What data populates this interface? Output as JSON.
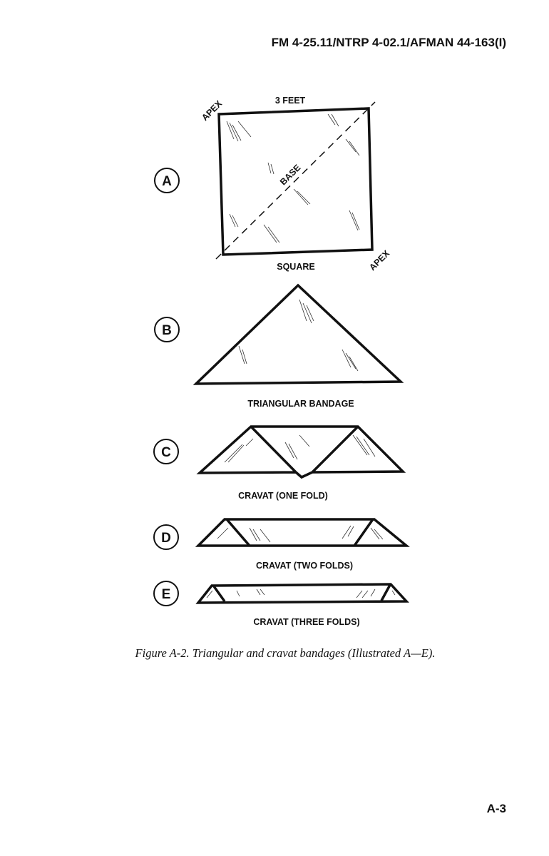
{
  "header": {
    "document_id": "FM 4-25.11/NTRP 4-02.1/AFMAN 44-163(I)"
  },
  "figure": {
    "panels": [
      {
        "letter": "A",
        "labels": {
          "top": "3 FEET",
          "bottom": "SQUARE",
          "apex": "APEX",
          "base": "BASE"
        }
      },
      {
        "letter": "B",
        "caption": "TRIANGULAR BANDAGE"
      },
      {
        "letter": "C",
        "caption": "CRAVAT (ONE FOLD)"
      },
      {
        "letter": "D",
        "caption": "CRAVAT (TWO FOLDS)"
      },
      {
        "letter": "E",
        "caption": "CRAVAT (THREE FOLDS)"
      }
    ],
    "caption": "Figure A-2.  Triangular and cravat bandages (Illustrated A—E)."
  },
  "footer": {
    "page_number": "A-3"
  }
}
